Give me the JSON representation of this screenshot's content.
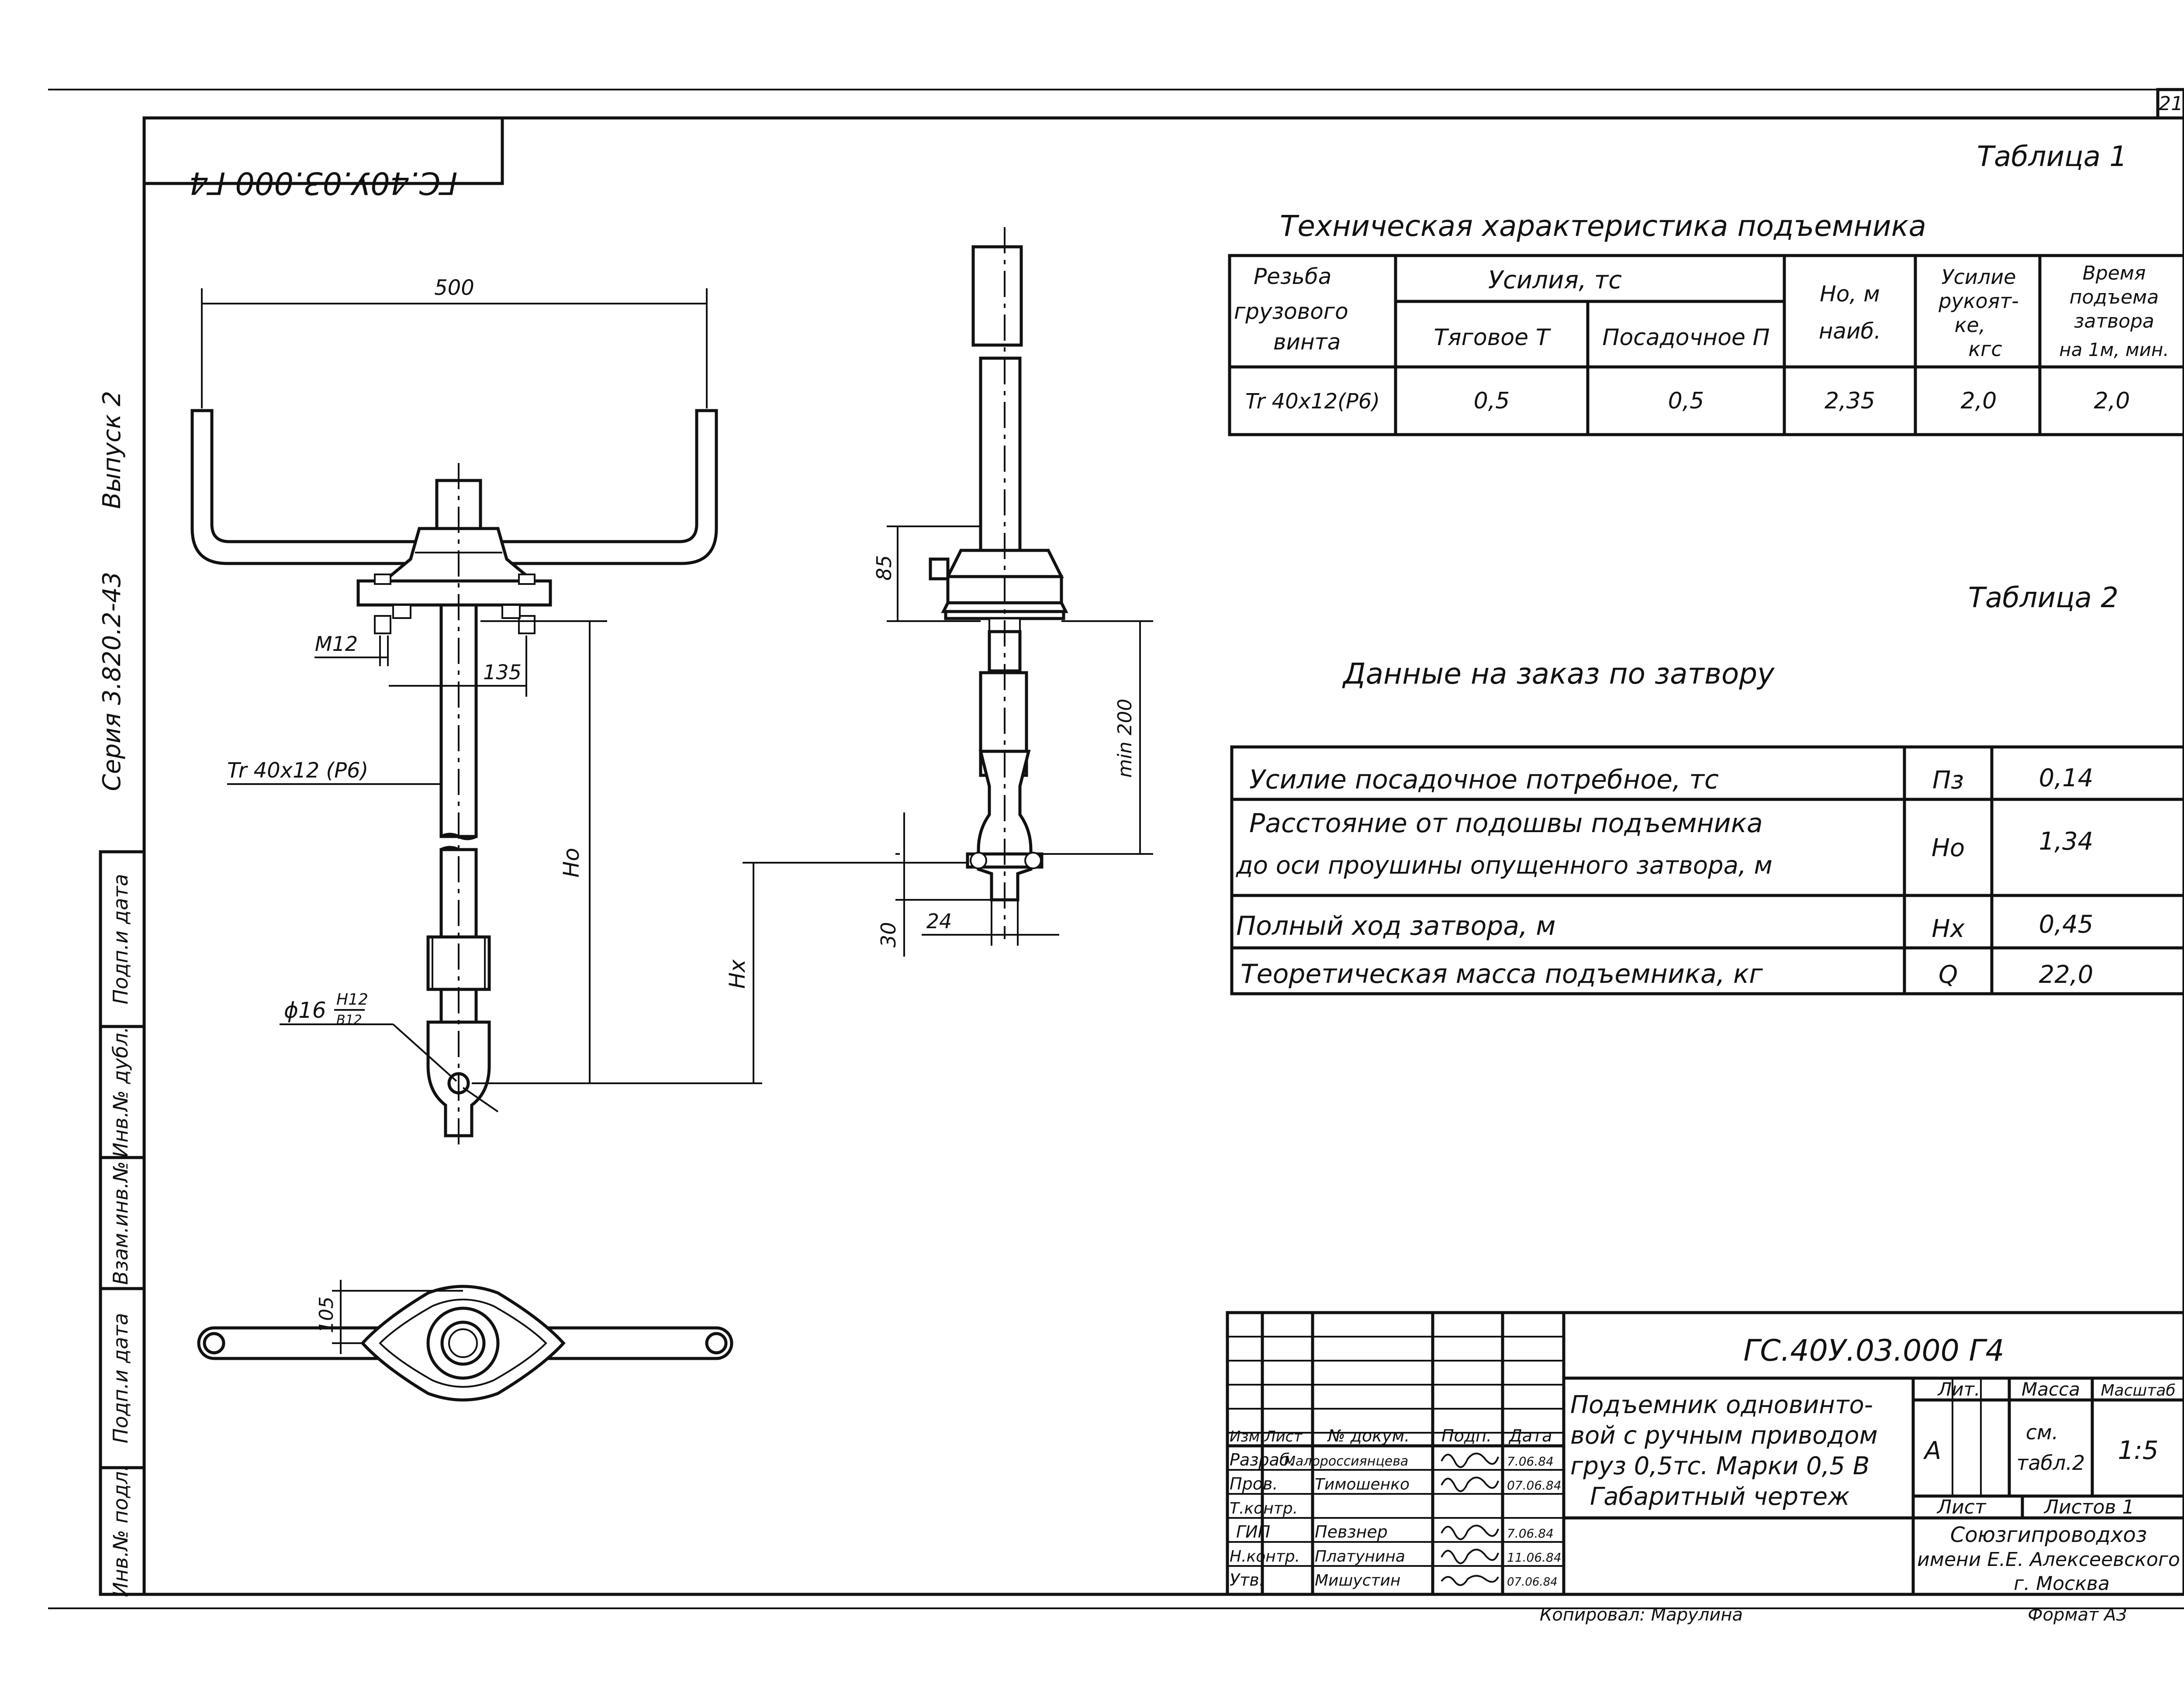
{
  "sheet_number": "21",
  "doc_code_mirrored": "ГС.40У.03.000 Г4",
  "side_stamp": {
    "series": "Серия 3.820.2-43",
    "issue": "Выпуск 2",
    "cells": [
      "Подп.и дата",
      "Инв.№ дубл.",
      "Взам.инв.№",
      "Подп.и дата",
      "Инв.№ подл."
    ]
  },
  "front_view": {
    "dim_width": "500",
    "dim_m12": "M12",
    "dim_135": "135",
    "thread": "Tr 40x12 (P6)",
    "dim_ho": "Ho",
    "dim_hx": "Hx",
    "pin": "ϕ16",
    "fit_upper": "H12",
    "fit_lower": "B12"
  },
  "side_view": {
    "dim_85": "85",
    "dim_min200": "min 200",
    "dim_30": "30",
    "dim_24": "24"
  },
  "plan_view": {
    "dim_105": "105"
  },
  "table1": {
    "caption": "Таблица 1",
    "title": "Техническая характеристика подъемника",
    "headers": {
      "thread": [
        "Резьба",
        "грузового",
        "винта"
      ],
      "force": "Усилия, тс",
      "traction": "Тяговое Т",
      "landing": "Посадочное П",
      "height": [
        "Но, м",
        "наиб."
      ],
      "handle": [
        "Усилие",
        "рукоят-",
        "ке,",
        "кгс"
      ],
      "time": [
        "Время",
        "подъема",
        "затвора",
        "на 1м, мин."
      ]
    },
    "row": [
      "Tr 40x12(P6)",
      "0,5",
      "0,5",
      "2,35",
      "2,0",
      "2,0"
    ]
  },
  "table2": {
    "caption": "Таблица 2",
    "title": "Данные на заказ по затвору",
    "rows": [
      {
        "label": [
          "Усилие посадочное потребное, тс"
        ],
        "symbol": "Пз",
        "value": "0,14"
      },
      {
        "label": [
          "Расстояние от подошвы подъемника",
          "до оси проушины опущенного затвора, м"
        ],
        "symbol": "Ho",
        "value": "1,34"
      },
      {
        "label": [
          "Полный ход затвора, м"
        ],
        "symbol": "Hx",
        "value": "0,45"
      },
      {
        "label": [
          "Теоретическая масса подъемника, кг"
        ],
        "symbol": "Q",
        "value": "22,0"
      }
    ]
  },
  "title_block": {
    "code": "ГС.40У.03.000 Г4",
    "name": [
      "Подъемник одновинто-",
      "вой с ручным приводом",
      "груз 0,5тс. Марки 0,5 В",
      "Габаритный чертеж"
    ],
    "col_headers": [
      "Изм.",
      "Лист",
      "№ докум.",
      "Подп.",
      "Дата"
    ],
    "people": [
      {
        "role": "Разраб.",
        "name": "Малороссиянцева",
        "date": "7.06.84"
      },
      {
        "role": "Пров.",
        "name": "Тимошенко",
        "date": "07.06.84"
      },
      {
        "role": "Т.контр.",
        "name": "",
        "date": ""
      },
      {
        "role": "ГИП",
        "name": "Певзнер",
        "date": "7.06.84"
      },
      {
        "role": "Н.контр.",
        "name": "Платунина",
        "date": "11.06.84"
      },
      {
        "role": "Утв.",
        "name": "Мишустин",
        "date": "07.06.84"
      }
    ],
    "lit_label": "Лит.",
    "mass_label": "Масса",
    "scale_label": "Масштаб",
    "lit_value": "А",
    "mass_value": [
      "см.",
      "табл.2"
    ],
    "scale_value": "1:5",
    "sheet_label": "Лист",
    "sheets_label": "Листов 1",
    "org": [
      "Союзгипроводхоз",
      "имени Е.Е. Алексеевского",
      "г. Москва"
    ]
  },
  "footer": {
    "copied": "Копировал: Марулина",
    "format": "Формат А3"
  }
}
